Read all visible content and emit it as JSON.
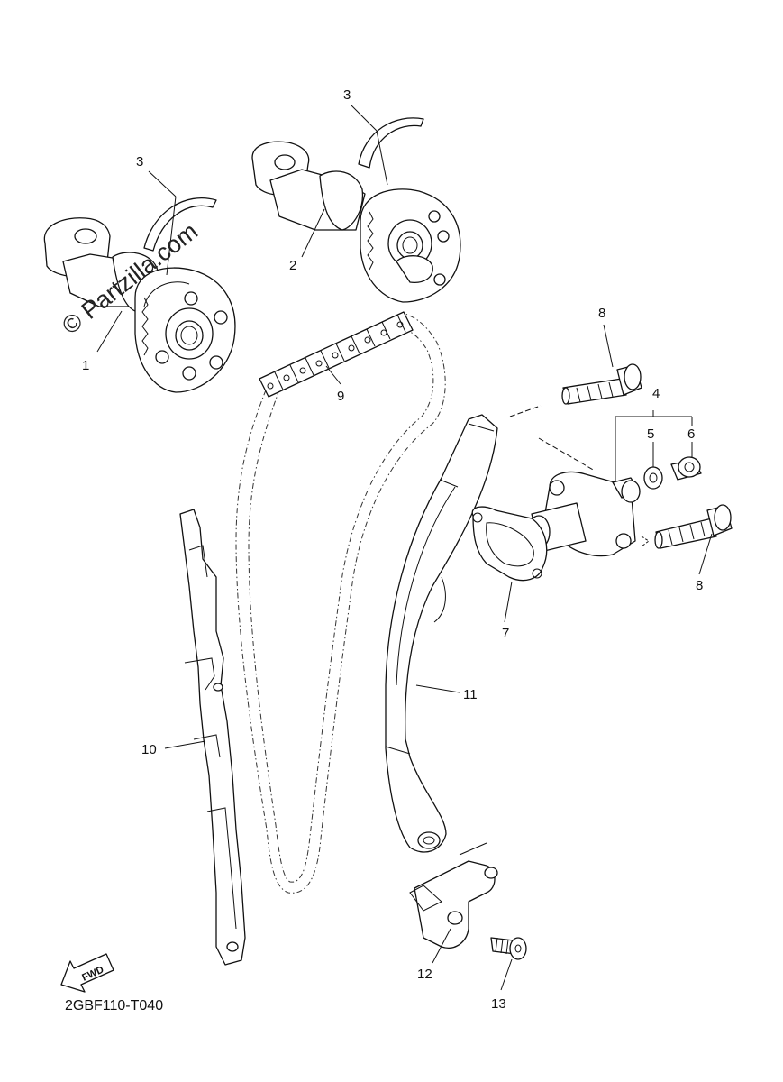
{
  "diagram": {
    "watermark": "© Partzilla.com",
    "diagram_code": "2GBF110-T040",
    "fwd_label": "FWD",
    "callouts": [
      {
        "id": "1",
        "label": "1"
      },
      {
        "id": "2",
        "label": "2"
      },
      {
        "id": "3a",
        "label": "3"
      },
      {
        "id": "3b",
        "label": "3"
      },
      {
        "id": "4",
        "label": "4"
      },
      {
        "id": "5",
        "label": "5"
      },
      {
        "id": "6",
        "label": "6"
      },
      {
        "id": "7",
        "label": "7"
      },
      {
        "id": "8a",
        "label": "8"
      },
      {
        "id": "8b",
        "label": "8"
      },
      {
        "id": "9",
        "label": "9"
      },
      {
        "id": "10",
        "label": "10"
      },
      {
        "id": "11",
        "label": "11"
      },
      {
        "id": "12",
        "label": "12"
      },
      {
        "id": "13",
        "label": "13"
      }
    ]
  }
}
